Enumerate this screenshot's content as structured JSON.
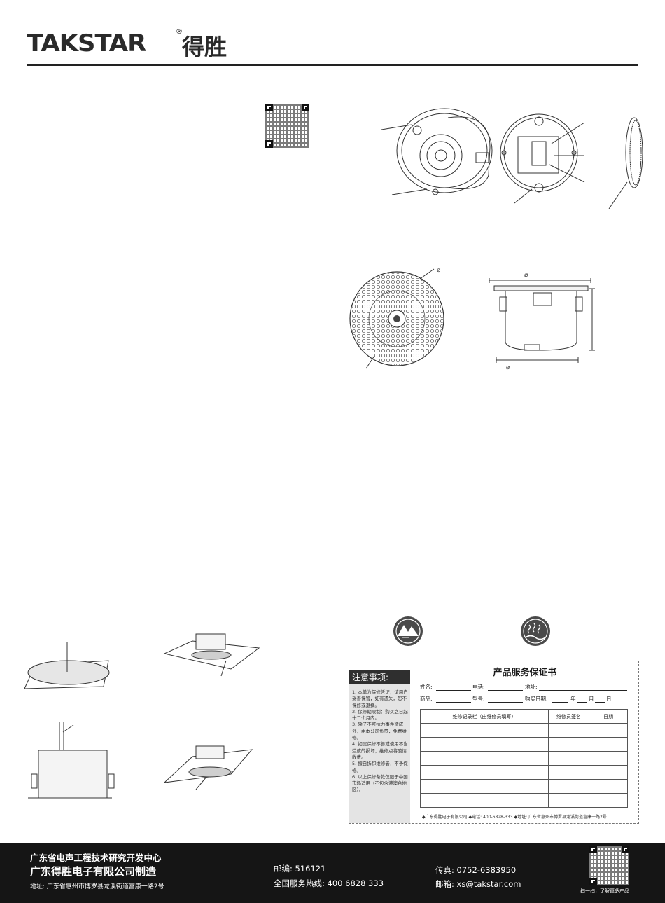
{
  "header": {
    "brand": "TAKSTAR",
    "registered": "®",
    "brand_cn": "得胜"
  },
  "diagram_labels": {
    "diameter_top": "⌀",
    "diameter_grill": "⌀",
    "diameter_bottom": "⌀"
  },
  "warranty_card": {
    "title": "产品服务保证书",
    "notice_title": "注意事项:",
    "notice_items": [
      "1. 本单为保修凭证，请用户妥善保管，如有遗失，恕不保修或退换。",
      "2. 保修期限制：购买之日起十二个月内。",
      "3. 除了不可抗力事件造成外，由本公司负责，免费维修。",
      "4. 如属保修不善或使用不当造成的损坏，维修点将酌情收费。",
      "5. 擅自拆卸维修者，不予保修。",
      "6. 以上保修条款仅限于中国市场适用（不包含港澳台地区）。"
    ],
    "field_name": "姓名:",
    "field_phone": "电话:",
    "field_address": "地址:",
    "field_product": "商品:",
    "field_model": "型号:",
    "field_purchase": "购买日期:",
    "field_year": "年",
    "field_month": "月",
    "field_day": "日",
    "table_headers": [
      "维修记录栏（由维修员填写）",
      "维修员签名",
      "日期"
    ],
    "table_rows": 6,
    "footer": "◆广东得胜电子有限公司    ◆电话: 400-6828-333    ◆地址: 广东省惠州市博罗县龙溪街道富康一路2号"
  },
  "footer": {
    "line1": "广东省电声工程技术研究开发中心",
    "line2": "广东得胜电子有限公司制造",
    "address": "地址: 广东省惠州市博罗县龙溪街道富康一路2号",
    "postcode": "邮编:  516121",
    "hotline": "全国服务热线:  400 6828 333",
    "fax": "传真:  0752-6383950",
    "email": "邮箱:  xs@takstar.com",
    "scan": "扫一扫，了解更多产品"
  },
  "colors": {
    "footer_bg": "#151515",
    "notice_panel": "#e4e4e4",
    "ink": "#1a1a1a"
  }
}
